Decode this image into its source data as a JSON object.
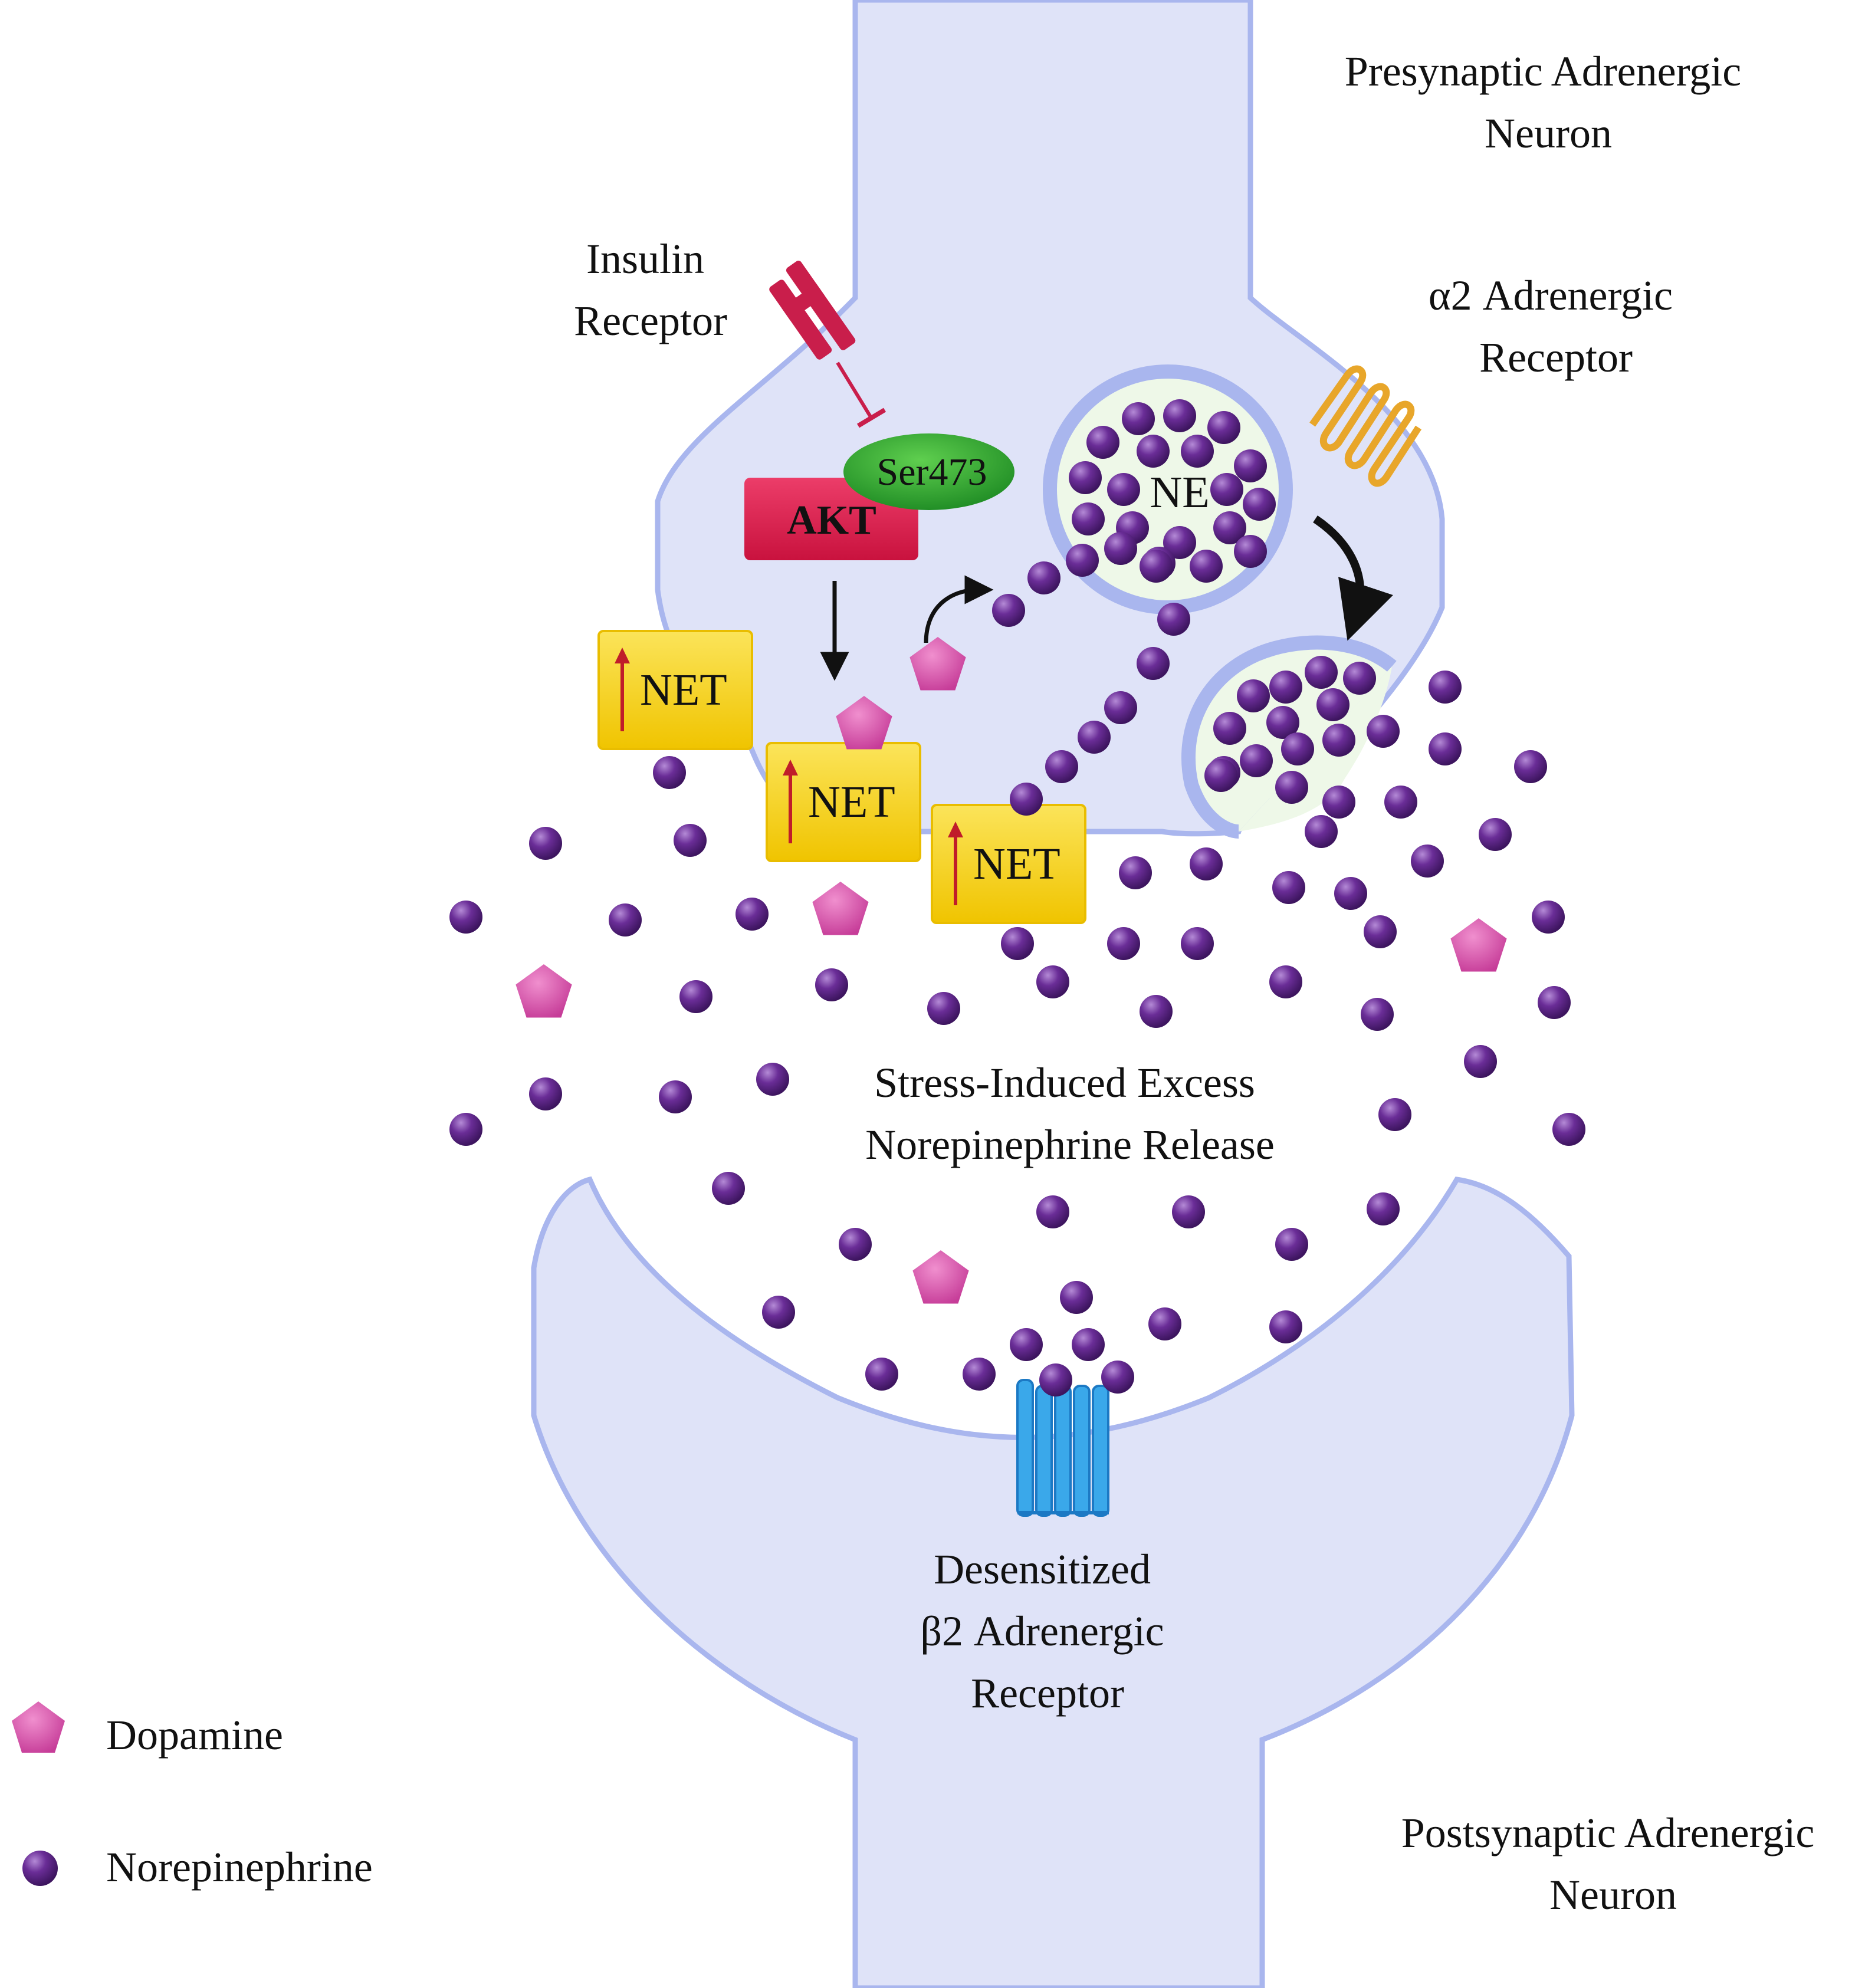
{
  "labels": {
    "presynaptic": [
      "Presynaptic Adrenergic",
      "Neuron"
    ],
    "postsynaptic": [
      "Postsynaptic Adrenergic",
      "Neuron"
    ],
    "insulin_receptor": [
      "Insulin",
      "Receptor"
    ],
    "alpha2_receptor": [
      "α2 Adrenergic",
      "Receptor"
    ],
    "beta2_receptor": [
      "Desensitized",
      "β2 Adrenergic",
      "Receptor"
    ],
    "release": [
      "Stress-Induced Excess",
      "Norepinephrine Release"
    ],
    "akt": "AKT",
    "ser473": "Ser473",
    "ne": "NE",
    "net": "NET"
  },
  "legend": {
    "dopamine": "Dopamine",
    "norepinephrine": "Norepinephrine"
  },
  "colors": {
    "membrane_fill": "#dfe3f8",
    "membrane_stroke": "#a9b6ee",
    "vesicle_fill": "#eef8e8",
    "norepinephrine": "#5a2683",
    "dopamine": "#d64fab",
    "net_box": "#f5d21c",
    "akt": "#dc1e4e",
    "ser473": "#2d9e2c",
    "insulin_receptor": "#c91e4b",
    "alpha2_receptor": "#e8a62a",
    "beta2_receptor": "#2f9de0"
  }
}
